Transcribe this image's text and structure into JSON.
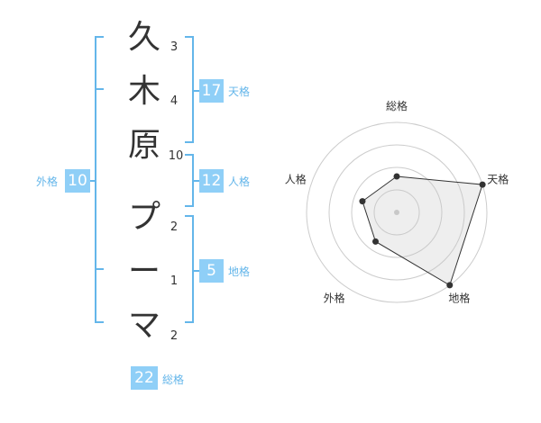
{
  "name_chars": [
    "久",
    "木",
    "原",
    "プ",
    "ー",
    "マ"
  ],
  "stroke_counts": [
    "3",
    "4",
    "10",
    "2",
    "1",
    "2"
  ],
  "scores": {
    "tenkaku": {
      "value": "17",
      "label": "天格"
    },
    "jinkaku": {
      "value": "12",
      "label": "人格"
    },
    "chikaku": {
      "value": "5",
      "label": "地格"
    },
    "gaikaku": {
      "value": "10",
      "label": "外格"
    },
    "soukaku": {
      "value": "22",
      "label": "総格"
    }
  },
  "colors": {
    "bracket": "#64b6ea",
    "box": "#8fcff7",
    "box_label": "#64b6ea",
    "text": "#333333"
  },
  "chart_data": {
    "type": "radar",
    "axes": [
      "総格",
      "天格",
      "地格",
      "外格",
      "人格"
    ],
    "values": [
      2,
      5,
      5,
      2,
      2
    ],
    "rings": 4,
    "max": 5,
    "grid": true
  }
}
